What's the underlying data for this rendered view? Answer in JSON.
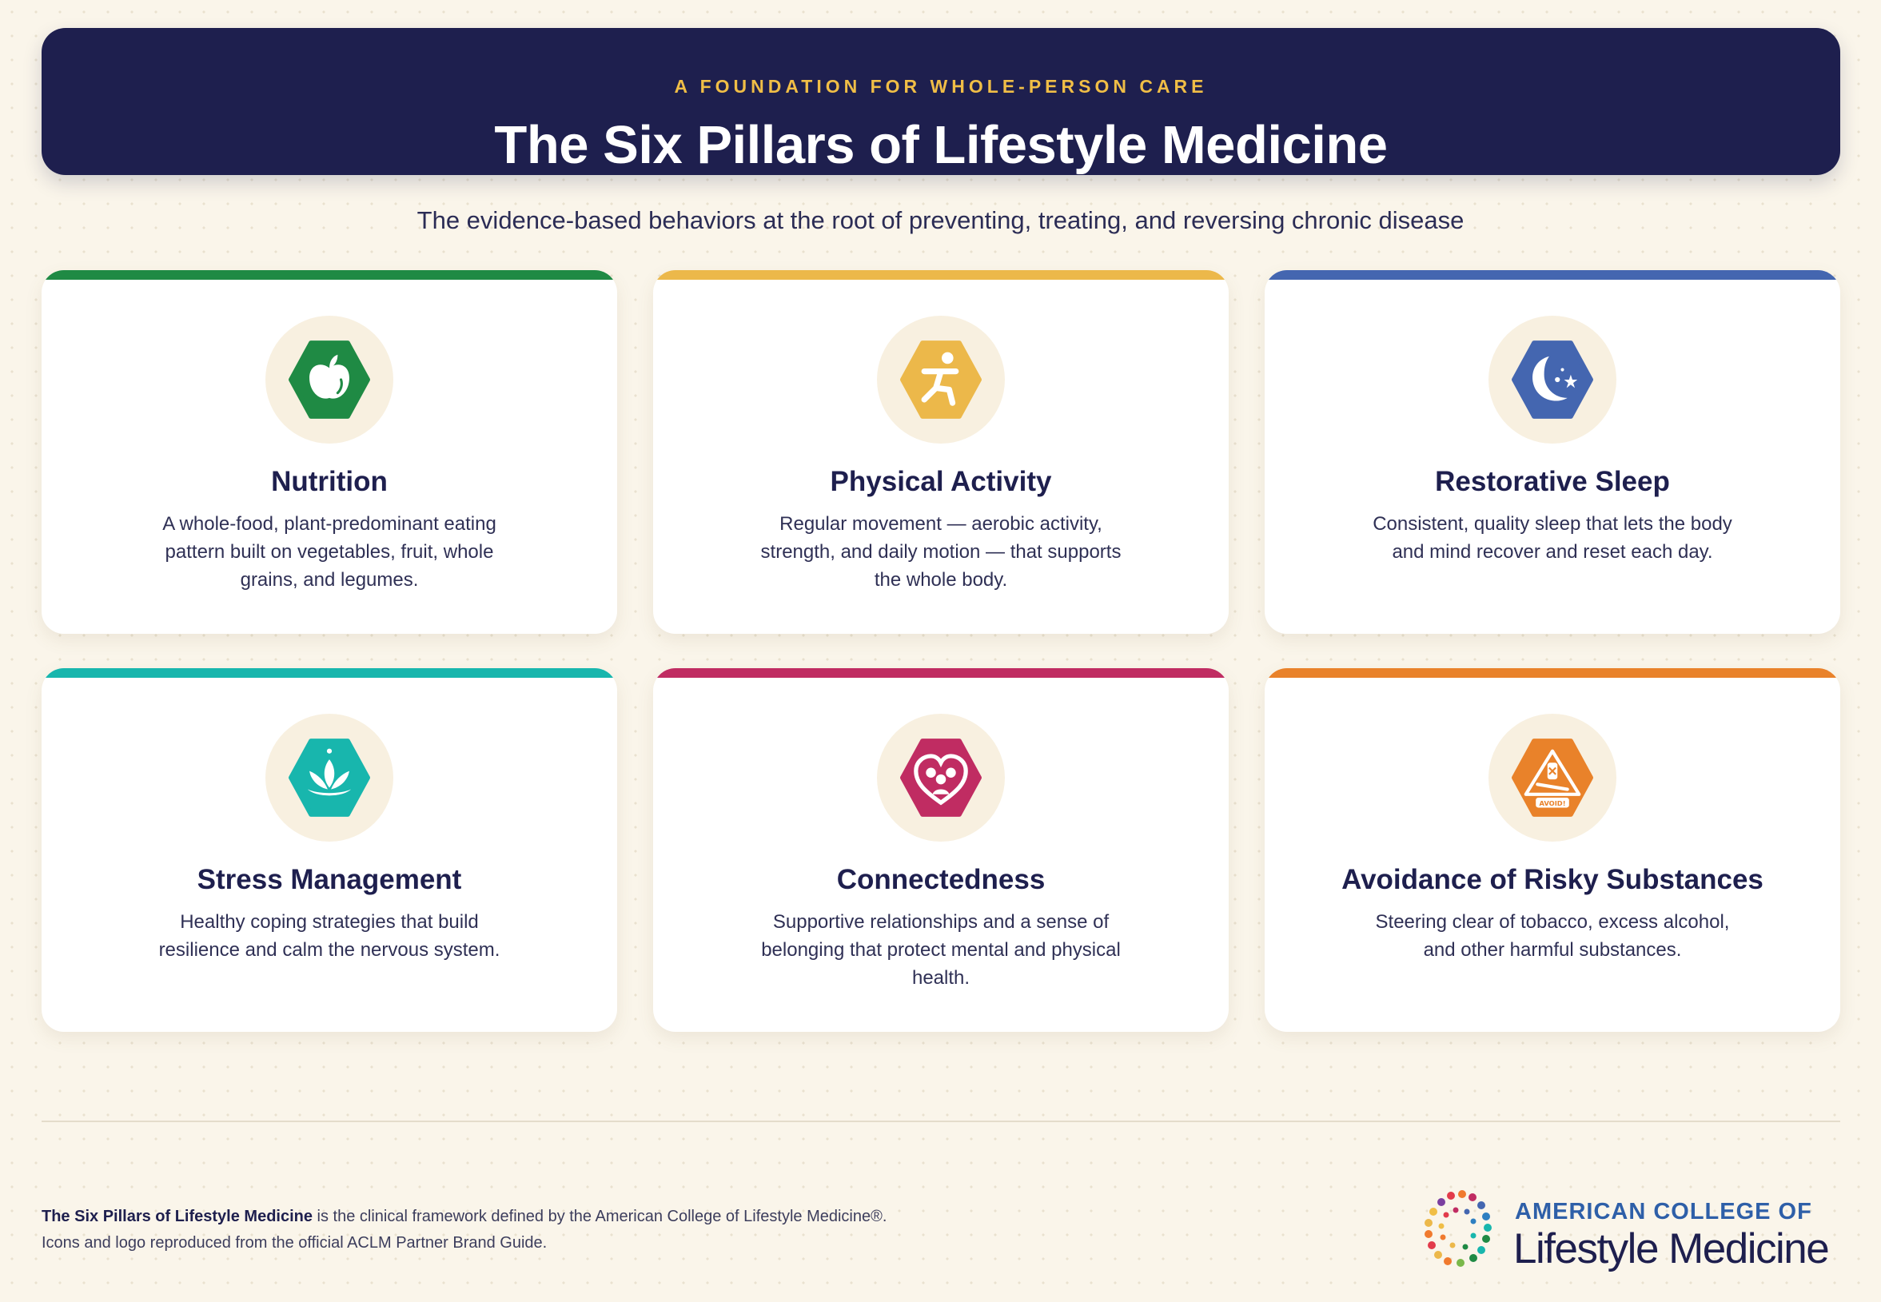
{
  "header": {
    "eyebrow": "A FOUNDATION FOR WHOLE-PERSON CARE",
    "title": "The Six Pillars of Lifestyle Medicine"
  },
  "subtitle": "The evidence-based behaviors at the root of preventing, treating, and reversing chronic disease",
  "pillars": [
    {
      "title": "Nutrition",
      "description": "A whole-food, plant-predominant eating pattern built on vegetables, fruit, whole grains, and legumes.",
      "color": "#1f8a44",
      "icon": "apple-icon"
    },
    {
      "title": "Physical Activity",
      "description": "Regular movement — aerobic activity, strength, and daily motion — that supports the whole body.",
      "color": "#ecb84a",
      "icon": "running-person-icon"
    },
    {
      "title": "Restorative Sleep",
      "description": "Consistent, quality sleep that lets the body and mind recover and reset each day.",
      "color": "#4466b0",
      "icon": "moon-stars-icon"
    },
    {
      "title": "Stress Management",
      "description": "Healthy coping strategies that build resilience and calm the nervous system.",
      "color": "#18b6ad",
      "icon": "lotus-icon"
    },
    {
      "title": "Connectedness",
      "description": "Supportive relationships and a sense of belonging that protect mental and physical health.",
      "color": "#c02c62",
      "icon": "heart-people-icon"
    },
    {
      "title": "Avoidance of Risky Substances",
      "description": "Steering clear of tobacco, excess alcohol, and other harmful substances.",
      "color": "#e9822a",
      "icon": "avoid-substances-icon",
      "icon_text": "AVOID!"
    }
  ],
  "footer": {
    "bold": "The Six Pillars of Lifestyle Medicine",
    "line1_rest": " is the clinical framework defined by the American College of Lifestyle Medicine®.",
    "line2": "Icons and logo reproduced from the official ACLM Partner Brand Guide."
  },
  "logo": {
    "line1": "AMERICAN COLLEGE OF",
    "line2": "Lifestyle Medicine"
  }
}
